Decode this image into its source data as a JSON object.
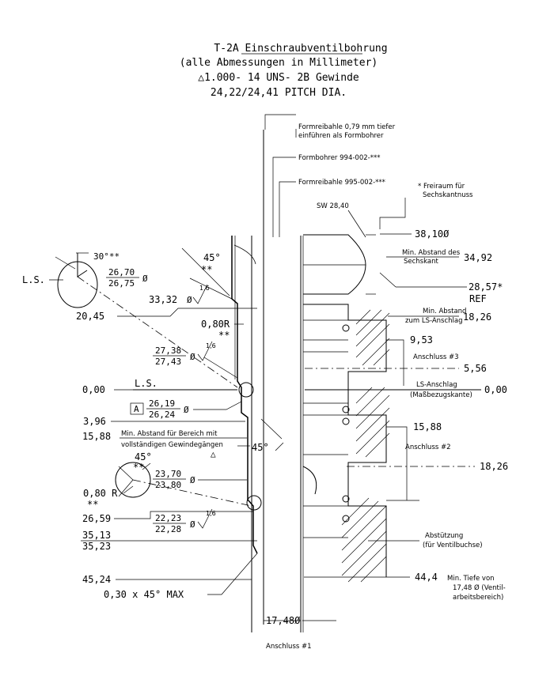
{
  "header": {
    "title": "T-2A Einschraubventilbohrung",
    "line2": "(alle Abmessungen in Millimeter)",
    "line3": "△1.000- 14 UNS- 2B Gewinde",
    "line4": "24,22/24,41 PITCH DIA."
  },
  "callouts": {
    "formreibahle_tiefer_1": "Formreibahle 0,79 mm tiefer",
    "formreibahle_tiefer_2": "einführen als Formbohrer",
    "formbohrer": "Formbohrer 994-002-***",
    "formreibahle": "Formreibahle 995-002-***",
    "freiraum_1": "* Freiraum für",
    "freiraum_2": "Sechskantnuss",
    "sw": "SW 28,40"
  },
  "left_dims": {
    "angle_30": "30°**",
    "ls_left": "L.S.",
    "d_26_70": "26,70",
    "d_26_75": "26,75",
    "dia_1": "Ø",
    "angle_45": "45°",
    "stars_1": "**",
    "v33_32": "33,32",
    "dia_2": "Ø",
    "roughness_1": "1,6",
    "v20_45": "20,45",
    "r0_80": "0,80R",
    "stars_2": "**",
    "d27_38": "27,38",
    "d27_43": "27,43",
    "dia_3": "Ø",
    "roughness_2": "1,6",
    "v0_00_left": "0,00",
    "ls_mid": "L.S.",
    "datum_a": "A",
    "d26_19": "26,19",
    "d26_24": "26,24",
    "dia_4": "Ø",
    "v3_96": "3,96",
    "v15_88": "15,88",
    "min_abstand_1": "Min. Abstand für Bereich mit",
    "min_abstand_2": "vollständigen Gewindegängen",
    "tri": "△",
    "angle_45b": "45°",
    "angle_45c": "45°",
    "stars_3": "**",
    "d23_70": "23,70",
    "d23_80": "23,80",
    "dia_5": "Ø",
    "r0_80b": "0,80 R",
    "stars_4": "**",
    "v26_59": "26,59",
    "d22_23": "22,23",
    "d22_28": "22,28",
    "dia_6": "Ø",
    "roughness_3": "1,6",
    "v35_13": "35,13",
    "v35_23": "35,23",
    "v45_24": "45,24",
    "chamfer": "0,30 x 45° MAX"
  },
  "right_dims": {
    "v38_10": "38,10Ø",
    "min_sechskant_1": "Min. Abstand des",
    "min_sechskant_2": "Sechskant",
    "v34_92": "34,92",
    "v28_57": "28,57*",
    "ref": "REF",
    "min_ls_1": "Min. Abstand",
    "min_ls_2": "zum LS-Anschlag",
    "v18_26a": "18,26",
    "v9_53": "9,53",
    "anschluss3": "Anschluss #3",
    "v5_56": "5,56",
    "ls_anschlag_1": "LS-Anschlag",
    "ls_anschlag_2": "(Maßbezugskante)",
    "v0_00_right": "0,00",
    "v15_88r": "15,88",
    "anschluss2": "Anschluss #2",
    "v18_26b": "18,26",
    "abstuetzung_1": "Abstützung",
    "abstuetzung_2": "(für Ventilbuchse)",
    "v44_4": "44,4",
    "tiefe_1": "Min. Tiefe von",
    "tiefe_2": "17,48 Ø (Ventil-",
    "tiefe_3": "arbeitsbereich)"
  },
  "bottom": {
    "v17_48": "17,48Ø",
    "anschluss1": "Anschluss #1"
  }
}
